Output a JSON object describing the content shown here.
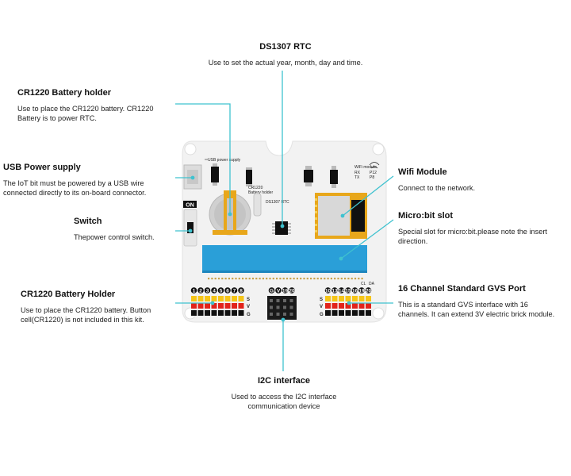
{
  "callouts": {
    "rtc": {
      "title": "DS1307 RTC",
      "desc": "Use to set the actual year, month, day and time."
    },
    "battery_holder_top": {
      "title": "CR1220 Battery holder",
      "desc": "Use to place the CR1220 battery. CR1220 Battery is to power RTC."
    },
    "usb": {
      "title": "USB Power supply",
      "desc": "The IoT bit must be powered by a USB wire connected directly to its on-board connector."
    },
    "switch": {
      "title": "Switch",
      "desc": "Thepower control switch."
    },
    "battery_holder_bottom": {
      "title": "CR1220 Battery Holder",
      "desc": "Use to place the CR1220 battery. Button cell(CR1220) is not included in this kit."
    },
    "i2c": {
      "title": "I2C interface",
      "desc": "Used to access the I2C interface communication device"
    },
    "wifi": {
      "title": "Wifi Module",
      "desc": "Connect to the network."
    },
    "microbit": {
      "title": "Micro:bit slot",
      "desc": "Special slot for micro:bit.please note the insert direction."
    },
    "gvs": {
      "title": "16 Channel Standard GVS Port",
      "desc": "This is a standard GVS interface with 16 channels. It can extend 3V electric brick module."
    }
  },
  "board": {
    "usb_label": "USB power supply",
    "battery_label_line1": "CR1220",
    "battery_label_line2": "Battery holder",
    "rtc_label": "DS1307 RTC",
    "wifi_label": "WiFi module",
    "rx_label": "RX",
    "tx_label": "TX",
    "p12_label": "P12",
    "p8_label": "P8",
    "on_label": "ON",
    "row_labels": [
      "S",
      "V",
      "G"
    ],
    "left_pins": [
      "1",
      "2",
      "3",
      "4",
      "5",
      "6",
      "7",
      "8"
    ],
    "mid_pins": [
      "G",
      "V",
      "19",
      "20"
    ],
    "right_pins": [
      "10",
      "13",
      "14",
      "15",
      "16",
      "19",
      "20"
    ],
    "cl_label": "CL",
    "da_label": "DA"
  },
  "colors": {
    "accent": "#3fc2cf",
    "slot": "#2a9fd8",
    "board": "#f2f2f2",
    "yellow": "#f5c518",
    "red": "#e2231a",
    "black": "#111111"
  }
}
